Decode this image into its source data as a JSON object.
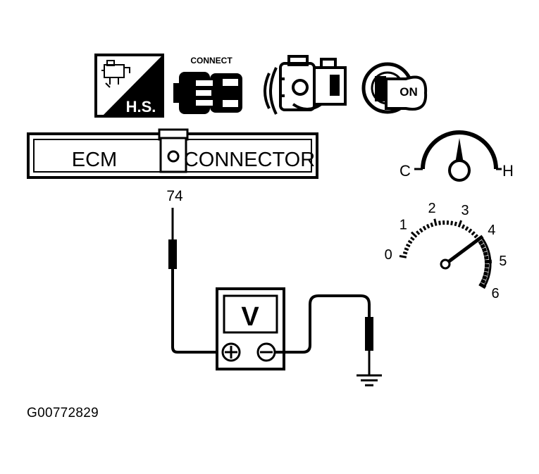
{
  "icons": {
    "hood_label": "H.S.",
    "connect_label": "CONNECT",
    "ignition_label": "ON",
    "hood_icon": "hood-open-icon",
    "connect_icon": "connector-connect-icon",
    "engine_icon": "engine-running-icon",
    "ignition_icon": "ignition-key-on-icon"
  },
  "connector": {
    "left_label": "ECM",
    "right_label": "CONNECTOR",
    "pin": "74"
  },
  "meter": {
    "display": "V",
    "positive_symbol": "+",
    "negative_symbol": "−"
  },
  "temperature_gauge": {
    "cold_label": "C",
    "hot_label": "H",
    "icon": "coolant-temperature-gauge-icon"
  },
  "tachometer": {
    "scale": [
      "0",
      "1",
      "2",
      "3",
      "4",
      "5",
      "6"
    ],
    "icon": "tachometer-icon",
    "needle_value": 4
  },
  "ground_icon": "ground-symbol-icon",
  "figure_id": "G00772829",
  "colors": {
    "ink": "#000000",
    "paper": "#ffffff"
  }
}
